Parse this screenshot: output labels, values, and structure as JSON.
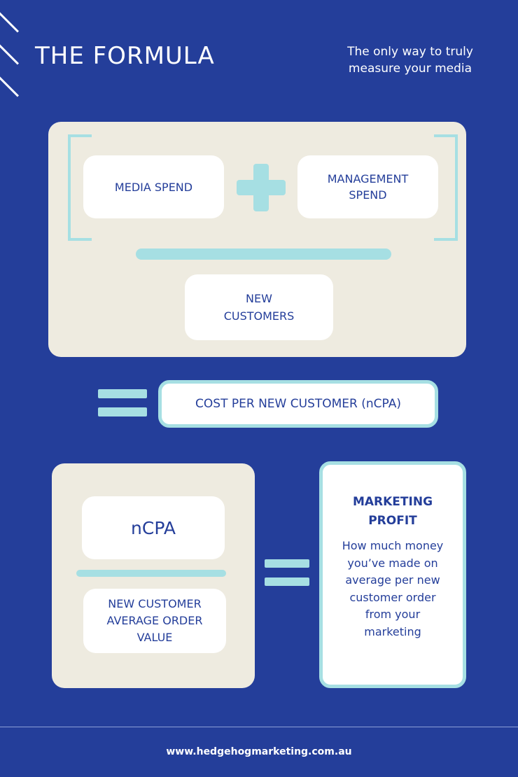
{
  "header": {
    "title": "THE FORMULA",
    "subtitle": "The only way to truly measure your media"
  },
  "formula_one": {
    "numerator_left": "MEDIA SPEND",
    "numerator_right": "MANAGEMENT SPEND",
    "denominator": "NEW CUSTOMERS",
    "result": "COST PER NEW CUSTOMER (nCPA)"
  },
  "formula_two": {
    "numerator": "nCPA",
    "denominator": "NEW CUSTOMER AVERAGE ORDER VALUE",
    "result_title": "MARKETING PROFIT",
    "result_description": "How much money you’ve made on average per new customer order from your marketing"
  },
  "footer": {
    "website": "www.hedgehogmarketing.com.au"
  },
  "colors": {
    "background": "#243e9a",
    "panel": "#eeebe0",
    "accent": "#a6dfe3",
    "card": "#ffffff"
  }
}
